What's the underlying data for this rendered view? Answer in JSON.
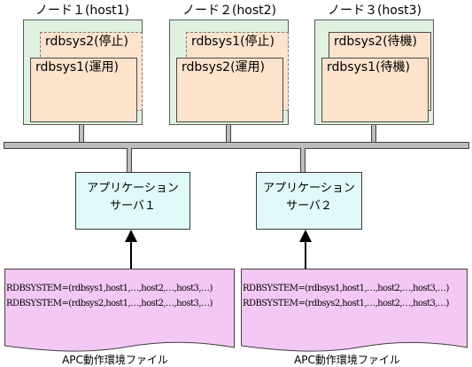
{
  "nodes": [
    {
      "title": "ノード１(host1)",
      "back_label": "rdbsys2(停止)",
      "front_label": "rdbsys1(運用)"
    },
    {
      "title": "ノード２(host2)",
      "back_label": "rdbsys1(停止)",
      "front_label": "rdbsys2(運用)"
    },
    {
      "title": "ノード３(host3)",
      "back_label": "rdbsys2(待機)",
      "front_label": "rdbsys1(待機)"
    }
  ],
  "app_servers": [
    {
      "line1": "アプリケーション",
      "line2": "サーバ１"
    },
    {
      "line1": "アプリケーション",
      "line2": "サーバ２"
    }
  ],
  "files": [
    {
      "line1": "RDBSYSTEM=(rdbsys1,host1,…,host2,…,host3,…)",
      "line2": "RDBSYSTEM=(rdbsys2,host1,…,host2,…,host3,…)",
      "caption": "APC動作環境ファイル"
    },
    {
      "line1": "RDBSYSTEM=(rdbsys1,host1,…,host2,…,host3,…)",
      "line2": "RDBSYSTEM=(rdbsys2,host1,…,host2,…,host3,…)",
      "caption": "APC動作環境ファイル"
    }
  ],
  "colors": {
    "node_fill": "#dff2df",
    "rdb_fill": "#fde3cc",
    "app_fill": "#e0fafa",
    "file_fill": "#f4c8f4",
    "bus_fill": "#bdbdbd"
  }
}
